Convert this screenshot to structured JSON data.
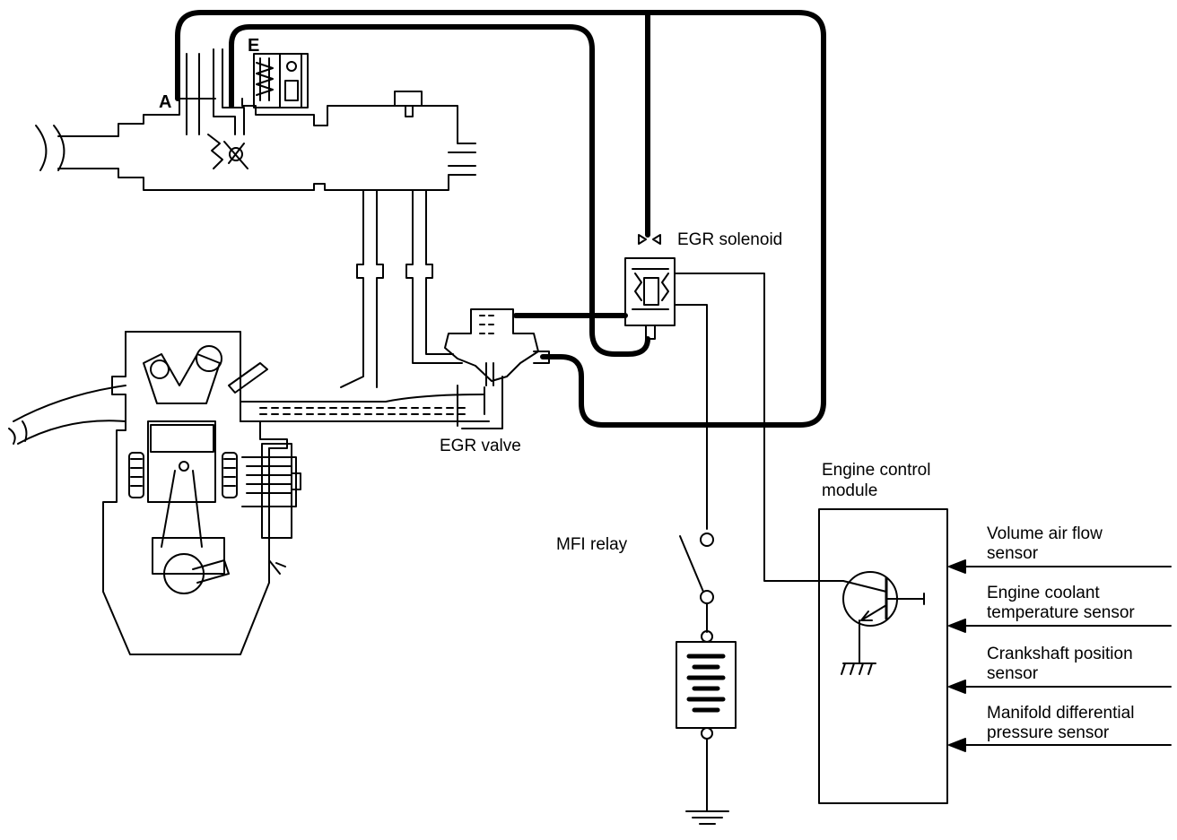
{
  "labels": {
    "port_a": "A",
    "port_e": "E",
    "egr_solenoid": "EGR solenoid",
    "egr_valve": "EGR valve",
    "mfi_relay": "MFI relay",
    "ecm_line1": "Engine control",
    "ecm_line2": "module"
  },
  "sensors": [
    {
      "line1": "Volume air flow",
      "line2": "sensor"
    },
    {
      "line1": "Engine coolant",
      "line2": "temperature sensor"
    },
    {
      "line1": "Crankshaft position",
      "line2": "sensor"
    },
    {
      "line1": "Manifold differential",
      "line2": "pressure sensor"
    }
  ],
  "colors": {
    "ink": "#000000",
    "paper": "#ffffff"
  }
}
